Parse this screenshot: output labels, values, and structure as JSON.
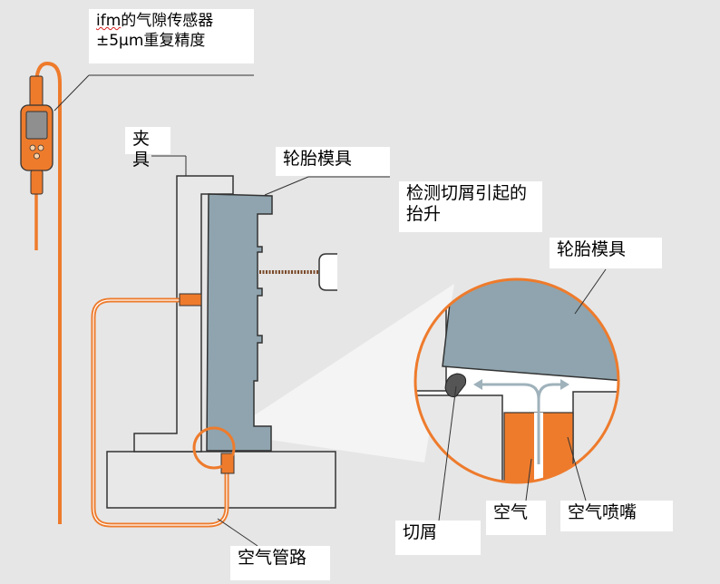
{
  "labels": {
    "sensor_brand": "ifm",
    "sensor_line1_rest": "的气隙传感器",
    "sensor_line2": "±5μm重复精度",
    "clamp": "夹具",
    "tire_mold_top": "轮胎模具",
    "lift_line1": "检测切屑引起的",
    "lift_line2": "抬升",
    "tire_mold_detail": "轮胎模具",
    "chip": "切屑",
    "air": "空气",
    "air_nozzle": "空气喷嘴",
    "air_pipe": "空气管路"
  },
  "colors": {
    "background": "#ffffff",
    "panel_gray": "#e6e6e6",
    "mold_blue_gray": "#8fa4ae",
    "accent_orange": "#ee7b2c",
    "outline": "#333333",
    "air_arrow": "#9fb2bb"
  }
}
